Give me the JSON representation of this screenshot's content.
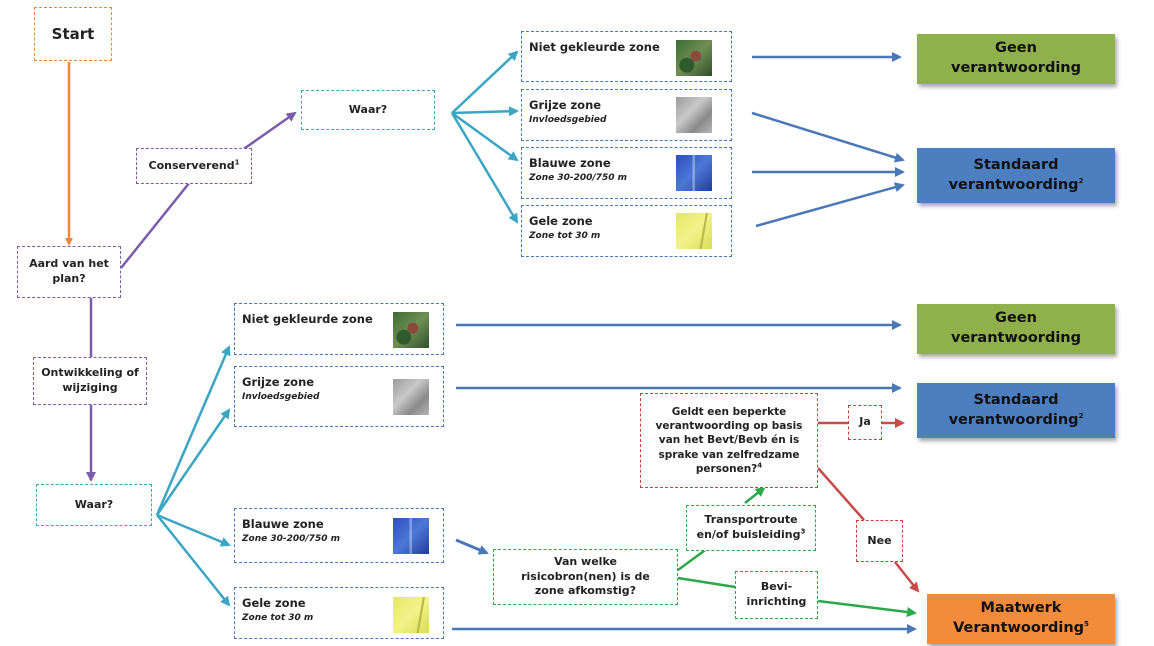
{
  "nodes": {
    "start": "Start",
    "aard": "Aard van het plan?",
    "conserverend": "Conserverend",
    "conserverend_sup": "1",
    "ontwikkeling": "Ontwikkeling of wijziging",
    "waar_top": "Waar?",
    "waar_bottom": "Waar?",
    "geldt": "Geldt een beperkte verantwoording op basis van het Bevt/Bevb én is sprake van zelfredzame personen?",
    "geldt_sup": "4",
    "ja": "Ja",
    "nee": "Nee",
    "van_welke": "Van welke risicobron(nen) is de zone afkomstig?",
    "transport": "Transportroute en/of buisleiding",
    "transport_sup": "3",
    "bevi": "Bevi-inrichting"
  },
  "zones_top": [
    {
      "title": "Niet gekleurde zone",
      "sub": "",
      "thumb": "aerial-photo-thumbnail"
    },
    {
      "title": "Grijze zone",
      "sub": "Invloedsgebied",
      "thumb": "grey-aerial-thumbnail"
    },
    {
      "title": "Blauwe zone",
      "sub": "Zone 30-200/750 m",
      "thumb": "blue-aerial-thumbnail"
    },
    {
      "title": "Gele zone",
      "sub": "Zone tot 30 m",
      "thumb": "yellow-aerial-thumbnail"
    }
  ],
  "zones_bottom": [
    {
      "title": "Niet gekleurde zone",
      "sub": "",
      "thumb": "aerial-photo-thumbnail"
    },
    {
      "title": "Grijze zone",
      "sub": "Invloedsgebied",
      "thumb": "grey-aerial-thumbnail"
    },
    {
      "title": "Blauwe zone",
      "sub": "Zone 30-200/750 m",
      "thumb": "blue-aerial-thumbnail"
    },
    {
      "title": "Gele zone",
      "sub": "Zone tot 30 m",
      "thumb": "yellow-aerial-thumbnail"
    }
  ],
  "outcomes": {
    "geen_top_1": "Geen",
    "geen_top_2": "verantwoording",
    "std_top_1": "Standaard",
    "std_top_2": "verantwoording",
    "std_top_sup": "2",
    "geen_bot_1": "Geen",
    "geen_bot_2": "verantwoording",
    "std_bot_1": "Standaard",
    "std_bot_2": "verantwoording",
    "std_bot_sup": "2",
    "maatwerk_1": "Maatwerk",
    "maatwerk_2": "Verantwoording",
    "maatwerk_sup": "5"
  },
  "colors": {
    "orange": "#f0883c",
    "purple": "#7b5ca8",
    "teal": "#3aa6c3",
    "blue": "#4a78b6",
    "red": "#c84a4a",
    "green": "#2aa84a",
    "outcome_green": "#8fb04a",
    "outcome_blue": "#4d7ebf",
    "outcome_orange": "#f28c3c"
  }
}
